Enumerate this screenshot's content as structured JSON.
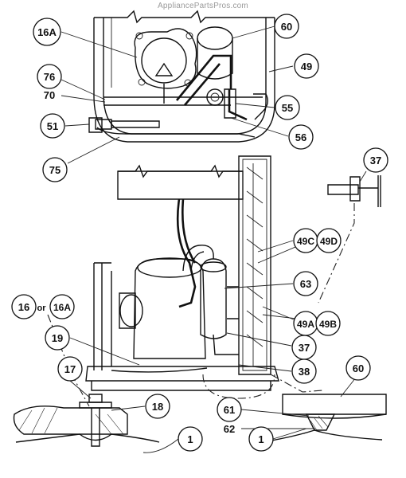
{
  "watermark": "AppliancePartsPros.com",
  "callouts": {
    "c16a_top": "16A",
    "c60_top": "60",
    "c49": "49",
    "c76": "76",
    "c70": "70",
    "c55": "55",
    "c51": "51",
    "c56": "56",
    "c75": "75",
    "c37_right": "37",
    "c49c": "49C",
    "c49d": "49D",
    "c63": "63",
    "c16": "16",
    "c_or": "or",
    "c16a_left": "16A",
    "c49a": "49A",
    "c49b": "49B",
    "c19": "19",
    "c37_mid": "37",
    "c17": "17",
    "c38": "38",
    "c60_right": "60",
    "c18": "18",
    "c61": "61",
    "c62": "62",
    "c1_left": "1",
    "c1_right": "1"
  }
}
